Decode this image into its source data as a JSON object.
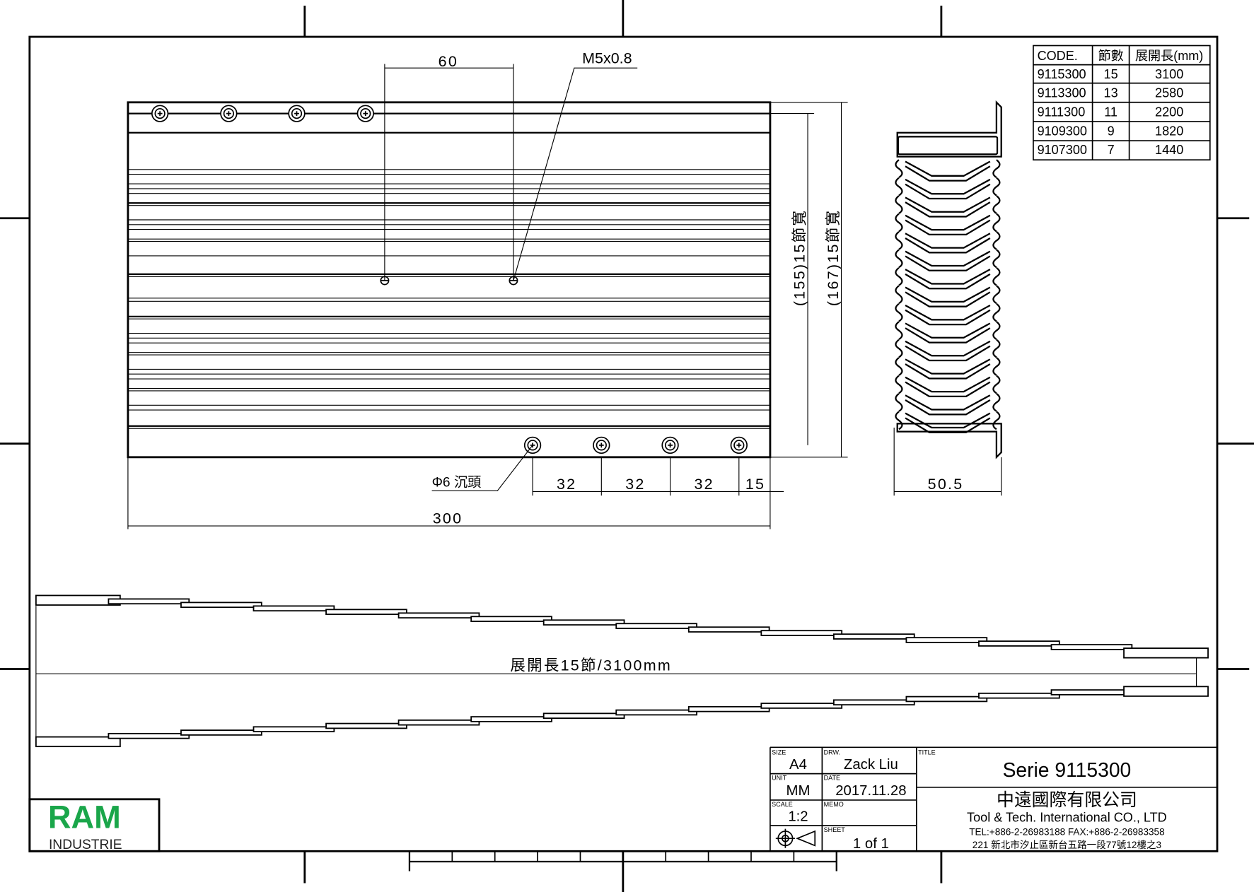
{
  "drawing": {
    "dims": {
      "d60": "60",
      "thread": "M5x0.8",
      "h155": "(155)15節寬",
      "h167": "(167)15節寬",
      "d32a": "32",
      "d32b": "32",
      "d32c": "32",
      "d15": "15",
      "d300": "300",
      "hole": "Φ6 沉頭",
      "d50_5": "50.5",
      "unfolded": "展開長15節/3100mm"
    }
  },
  "table": {
    "headers": [
      "CODE.",
      "節數",
      "展開長(mm)"
    ],
    "rows": [
      [
        "9115300",
        "15",
        "3100"
      ],
      [
        "9113300",
        "13",
        "2580"
      ],
      [
        "9111300",
        "11",
        "2200"
      ],
      [
        "9109300",
        "9",
        "1820"
      ],
      [
        "9107300",
        "7",
        "1440"
      ]
    ]
  },
  "title_block": {
    "size_label": "SIZE",
    "size": "A4",
    "unit_label": "UNIT",
    "unit": "MM",
    "scale_label": "SCALE",
    "scale": "1:2",
    "drw_label": "DRW.",
    "drw": "Zack Liu",
    "date_label": "DATE",
    "date": "2017.11.28",
    "memo_label": "MEMO",
    "sheet_label": "SHEET",
    "sheet": "1 of 1",
    "title_label": "TITLE",
    "title": "Serie 9115300",
    "company_cn": "中遠國際有限公司",
    "company_en": "Tool & Tech. International CO., LTD",
    "contact": "TEL:+886-2-26983188 FAX:+886-2-26983358",
    "address": "221  新北市汐止區新台五路一段77號12樓之3"
  },
  "logo": {
    "brand": "RAM",
    "sub": "INDUSTRIE",
    "green": "#1aa64a"
  }
}
